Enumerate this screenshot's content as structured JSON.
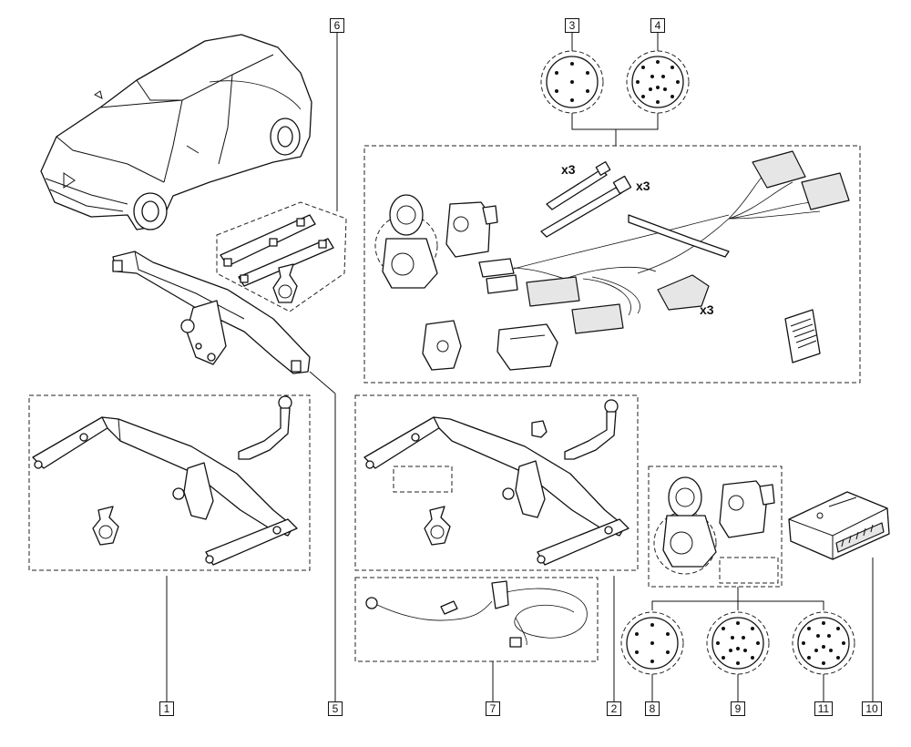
{
  "callouts": [
    {
      "id": "1",
      "label": "1"
    },
    {
      "id": "2",
      "label": "2"
    },
    {
      "id": "3",
      "label": "3"
    },
    {
      "id": "4",
      "label": "4"
    },
    {
      "id": "5",
      "label": "5"
    },
    {
      "id": "6",
      "label": "6"
    },
    {
      "id": "7",
      "label": "7"
    },
    {
      "id": "8",
      "label": "8"
    },
    {
      "id": "9",
      "label": "9"
    },
    {
      "id": "10",
      "label": "10"
    },
    {
      "id": "11",
      "label": "11"
    }
  ],
  "quantities": {
    "bolts": "x3",
    "ties": "x3",
    "pads": "x3"
  },
  "icons": {
    "vehicle": "car-hatchback-icon",
    "connector_7pin": "socket-7-pin-icon",
    "connector_13pin": "socket-13-pin-icon",
    "module": "electronic-module-icon",
    "manual": "instruction-leaflet-icon"
  }
}
